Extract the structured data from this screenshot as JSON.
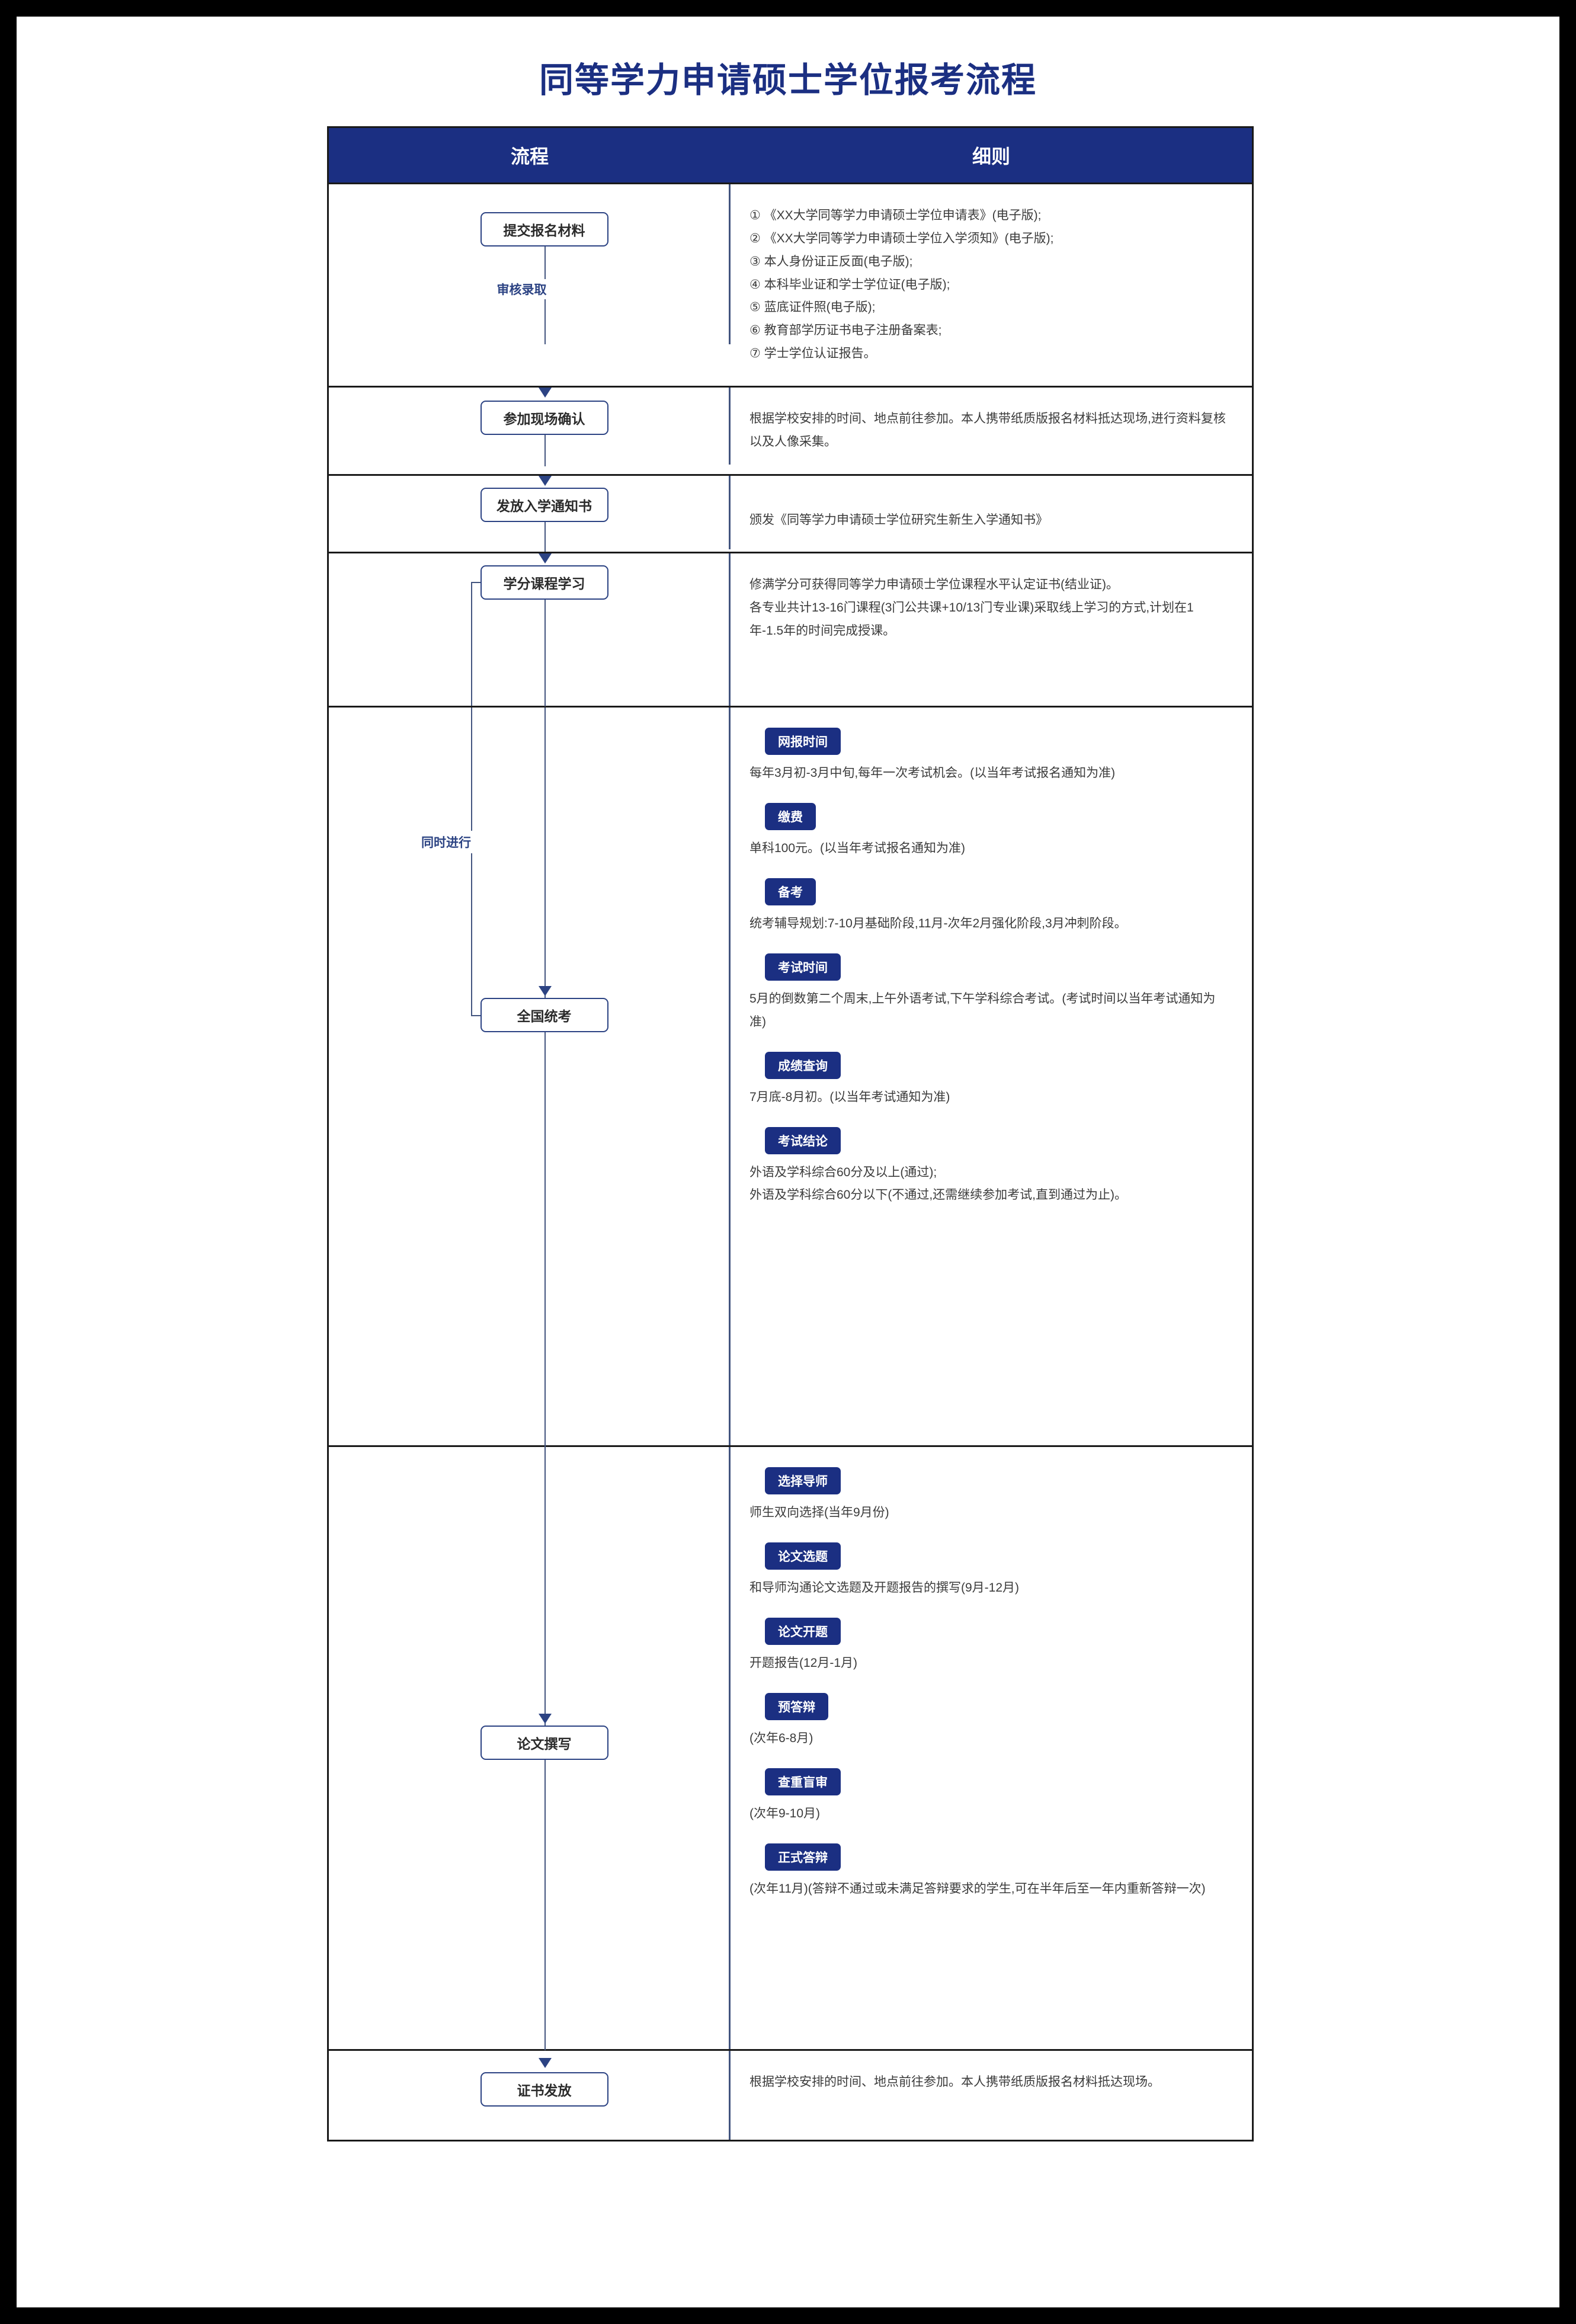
{
  "page": {
    "title": "同等学力申请硕士学位报考流程",
    "accent_color": "#1b2f82",
    "line_color": "#43557f",
    "border_color": "#1a1a1a"
  },
  "table": {
    "headers": {
      "process": "流程",
      "details": "细则"
    }
  },
  "flow": {
    "steps": [
      {
        "label": "提交报名材料"
      },
      {
        "label": "参加现场确认"
      },
      {
        "label": "发放入学通知书"
      },
      {
        "label": "学分课程学习"
      },
      {
        "label": "全国统考"
      },
      {
        "label": "论文撰写"
      },
      {
        "label": "证书发放"
      }
    ],
    "arrow_label": "审核录取",
    "bracket_label": "同时进行"
  },
  "rows": {
    "r1_materials": {
      "items": [
        "① 《XX大学同等学力申请硕士学位申请表》(电子版);",
        "② 《XX大学同等学力申请硕士学位入学须知》(电子版);",
        "③ 本人身份证正反面(电子版);",
        "④ 本科毕业证和学士学位证(电子版);",
        "⑤ 蓝底证件照(电子版);",
        "⑥ 教育部学历证书电子注册备案表;",
        "⑦ 学士学位认证报告。"
      ]
    },
    "r2_onsite": {
      "text": "根据学校安排的时间、地点前往参加。本人携带纸质版报名材料抵达现场,进行资料复核以及人像采集。"
    },
    "r3_admission": {
      "text": "颁发《同等学力申请硕士学位研究生新生入学通知书》"
    },
    "r4_courses": {
      "line1": "修满学分可获得同等学力申请硕士学位课程水平认定证书(结业证)。",
      "line2": "各专业共计13-16门课程(3门公共课+10/13门专业课)采取线上学习的方式,计划在1年-1.5年的时间完成授课。"
    },
    "r5_exam": {
      "blocks": [
        {
          "badge": "网报时间",
          "text": "每年3月初-3月中旬,每年一次考试机会。(以当年考试报名通知为准)"
        },
        {
          "badge": "缴费",
          "text": "单科100元。(以当年考试报名通知为准)"
        },
        {
          "badge": "备考",
          "text": "统考辅导规划:7-10月基础阶段,11月-次年2月强化阶段,3月冲刺阶段。"
        },
        {
          "badge": "考试时间",
          "text": "5月的倒数第二个周末,上午外语考试,下午学科综合考试。(考试时间以当年考试通知为准)"
        },
        {
          "badge": "成绩查询",
          "text": "7月底-8月初。(以当年考试通知为准)"
        },
        {
          "badge": "考试结论",
          "text": "外语及学科综合60分及以上(通过);\n外语及学科综合60分以下(不通过,还需继续参加考试,直到通过为止)。"
        }
      ]
    },
    "r6_thesis": {
      "blocks": [
        {
          "badge": "选择导师",
          "text": "师生双向选择(当年9月份)"
        },
        {
          "badge": "论文选题",
          "text": "和导师沟通论文选题及开题报告的撰写(9月-12月)"
        },
        {
          "badge": "论文开题",
          "text": "开题报告(12月-1月)"
        },
        {
          "badge": "预答辩",
          "text": "(次年6-8月)"
        },
        {
          "badge": "查重盲审",
          "text": "(次年9-10月)"
        },
        {
          "badge": "正式答辩",
          "text": "(次年11月)(答辩不通过或未满足答辩要求的学生,可在半年后至一年内重新答辩一次)"
        }
      ]
    },
    "r7_certificate": {
      "text": "根据学校安排的时间、地点前往参加。本人携带纸质版报名材料抵达现场。"
    }
  }
}
